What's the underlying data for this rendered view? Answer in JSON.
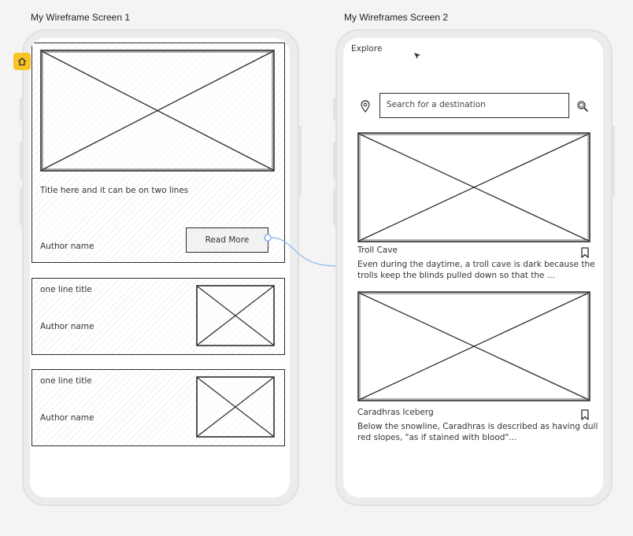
{
  "frames": {
    "screen1_label": "My Wireframe Screen 1",
    "screen2_label": "My Wireframes Screen 2"
  },
  "screen1": {
    "hero_card": {
      "title": "Title here and it can be on two lines",
      "author": "Author name",
      "read_more_label": "Read More"
    },
    "list_cards": [
      {
        "title": "one line title",
        "author": "Author name"
      },
      {
        "title": "one line title",
        "author": "Author name"
      }
    ]
  },
  "screen2": {
    "header": {
      "title": "Explore"
    },
    "search": {
      "placeholder": "Search for a destination"
    },
    "cards": [
      {
        "title": "Troll Cave",
        "description_line1": "Even during the daytime, a troll cave is dark because the",
        "description_line2": "trolls keep the blinds pulled down so that the ..."
      },
      {
        "title": "Caradhras Iceberg",
        "description_line1": "Below the snowline, Caradhras is described as having dull",
        "description_line2": "red slopes, \"as if stained with blood\"..."
      }
    ]
  },
  "colors": {
    "home_badge": "#f7c325",
    "connector": "#8ab6f0",
    "ink": "#2c2c2c"
  },
  "icons": [
    "home-icon",
    "location-pin-icon",
    "search-icon",
    "bookmark-icon",
    "cursor-icon"
  ]
}
